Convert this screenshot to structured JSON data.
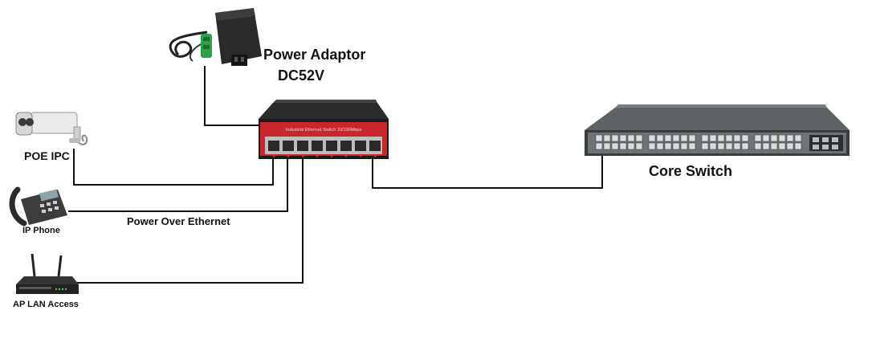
{
  "diagram": {
    "labels": {
      "power_adaptor": "Power Adaptor",
      "voltage": "DC52V",
      "core_switch": "Core Switch",
      "poe_ipc": "POE IPC",
      "ip_phone": "IP Phone",
      "power_over_ethernet": "Power Over Ethernet",
      "ap_lan_access": "AP LAN Access",
      "switch_panel_text": "Industrial Ethernet Switch 10/100Mbps"
    },
    "devices": {
      "power_adaptor": "power-adaptor-icon",
      "poe_switch": "industrial-poe-switch-icon",
      "core_switch": "core-switch-icon",
      "camera": "ip-camera-icon",
      "phone": "ip-phone-icon",
      "access_point": "access-point-icon"
    },
    "colors": {
      "switch_red": "#c8272b",
      "switch_dark": "#1b1b1b",
      "core_grey": "#6e7376",
      "port_light": "#dcdcdc",
      "line": "#111111"
    }
  }
}
